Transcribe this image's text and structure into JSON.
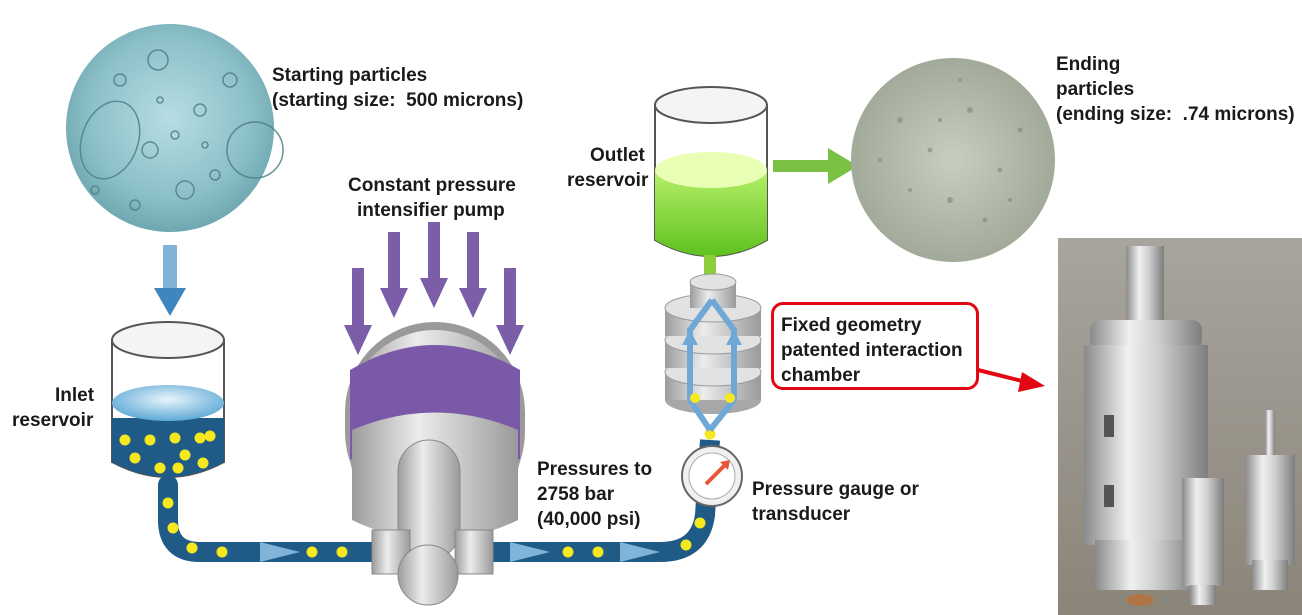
{
  "labels": {
    "starting_particles": "Starting particles",
    "starting_size": "(starting size:  500 microns)",
    "ending_particles_line1": "Ending",
    "ending_particles_line2": "particles",
    "ending_size": "(ending size:  .74 microns)",
    "pump_line1": "Constant pressure",
    "pump_line2": "intensifier pump",
    "outlet_line1": "Outlet",
    "outlet_line2": "reservoir",
    "inlet_line1": "Inlet",
    "inlet_line2": "reservoir",
    "chamber_line1": "Fixed geometry",
    "chamber_line2": "patented interaction",
    "chamber_line3": "chamber",
    "pressure_line1": "Pressures to",
    "pressure_line2": "2758 bar",
    "pressure_line3": "(40,000 psi)",
    "gauge_line1": "Pressure gauge or",
    "gauge_line2": "transducer"
  },
  "colors": {
    "flow_pipe": "#1f5b86",
    "particle": "#f5e81e",
    "pump_arrow": "#7b5ea7",
    "pump_band": "#7a5aa8",
    "outlet_fluid": "#7ed321",
    "green_arrow": "#7ac143",
    "callout_border": "#e30613",
    "flow_arrow": "#7fb3d8"
  }
}
